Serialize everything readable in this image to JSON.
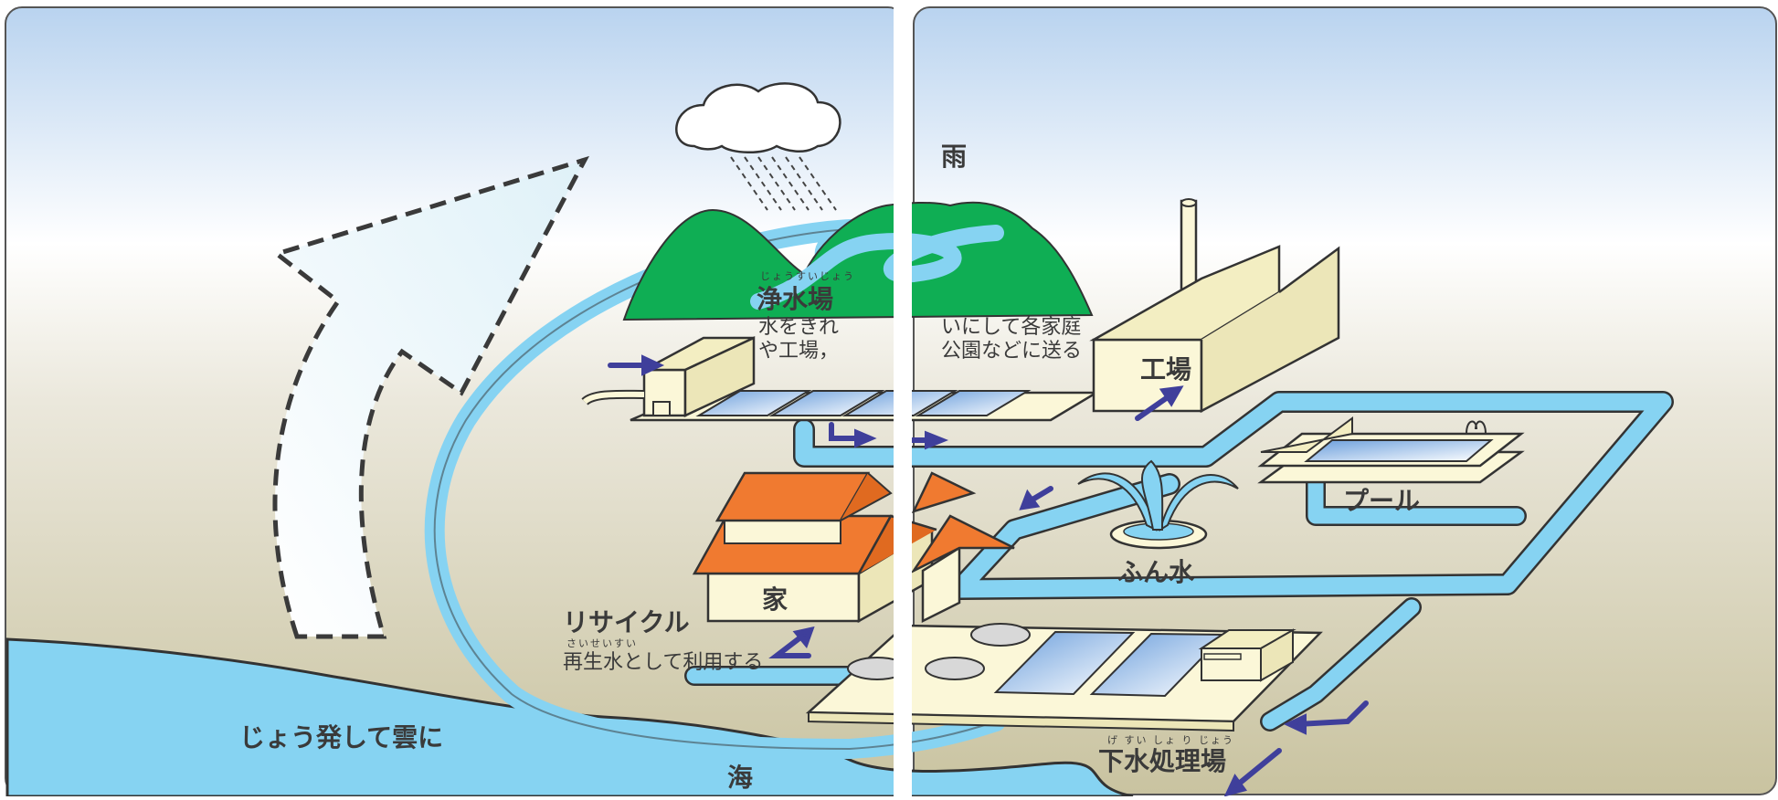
{
  "labels": {
    "rain": "雨",
    "purification_plant": "浄水場",
    "purification_plant_ruby": "じょうすいじょう",
    "purification_desc_line1_left": "水をきれ",
    "purification_desc_line2_left": "や工場，",
    "purification_desc_line1_right": "いにして各家庭",
    "purification_desc_line2_right": "公園などに送る",
    "factory": "工場",
    "pool": "プール",
    "fountain": "ふん水",
    "house": "家",
    "recycle": "リサイクル",
    "recycle_desc": "再生水として利用する",
    "recycle_desc_ruby": "さいせいすい",
    "evaporation": "じょう発して雲に",
    "sea": "海",
    "sewage_plant": "下水処理場",
    "sewage_plant_ruby": "げ すい しょ り じょう"
  },
  "colors": {
    "sky_top": "#b9d3ef",
    "sky_white": "#ffffff",
    "ground": "#c9c3a0",
    "water": "#86d3f2",
    "mountain": "#0fae54",
    "roof": "#f07a30",
    "building": "#fbf7d8",
    "flow_arrow": "#3f3f9b",
    "outline": "#3a3a3a"
  }
}
